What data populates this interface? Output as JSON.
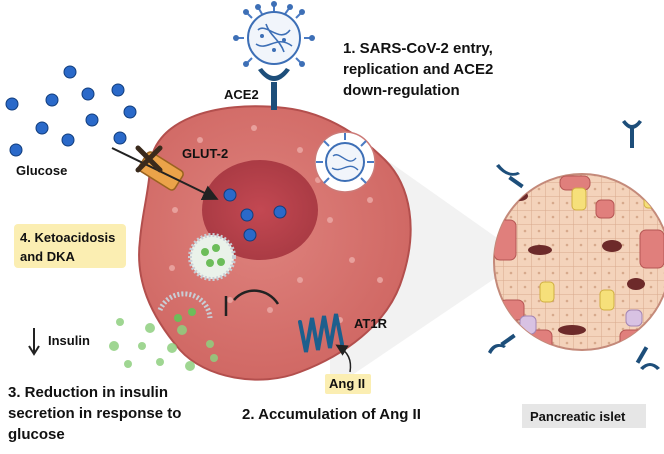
{
  "labels": {
    "step1_line1": "1. SARS-CoV-2 entry,",
    "step1_line2": "replication and ACE2",
    "step1_line3": "down-regulation",
    "ace2": "ACE2",
    "glucose": "Glucose",
    "glut2": "GLUT-2",
    "step4_line1": "4. Ketoacidosis",
    "step4_line2": "and DKA",
    "insulin": "Insulin",
    "at1r": "AT1R",
    "ang2": "Ang II",
    "step3_line1": "3. Reduction in insulin",
    "step3_line2": "secretion in response to",
    "step3_line3": "glucose",
    "step2": "2. Accumulation of Ang II",
    "pancreatic_islet": "Pancreatic islet"
  },
  "colors": {
    "cell_fill": "#d9736f",
    "cell_stroke": "#b34f4d",
    "nucleus": "#b7414a",
    "glucose_blue": "#2a69c9",
    "virus_blue": "#3d6fb6",
    "receptor_navy": "#1d4e7a",
    "glut_orange": "#eba349",
    "insulin_green": "#6cbd5a",
    "label_box_yellow": "#fbeeb2",
    "label_box_grey": "#e6e6e6"
  },
  "icons": [
    "virus-icon",
    "ace2-receptor-icon",
    "glut2-transporter-icon",
    "inhibition-cross-icon",
    "at1r-receptor-icon",
    "insulin-granule-icon",
    "down-arrow-icon",
    "islet-tissue-icon"
  ]
}
